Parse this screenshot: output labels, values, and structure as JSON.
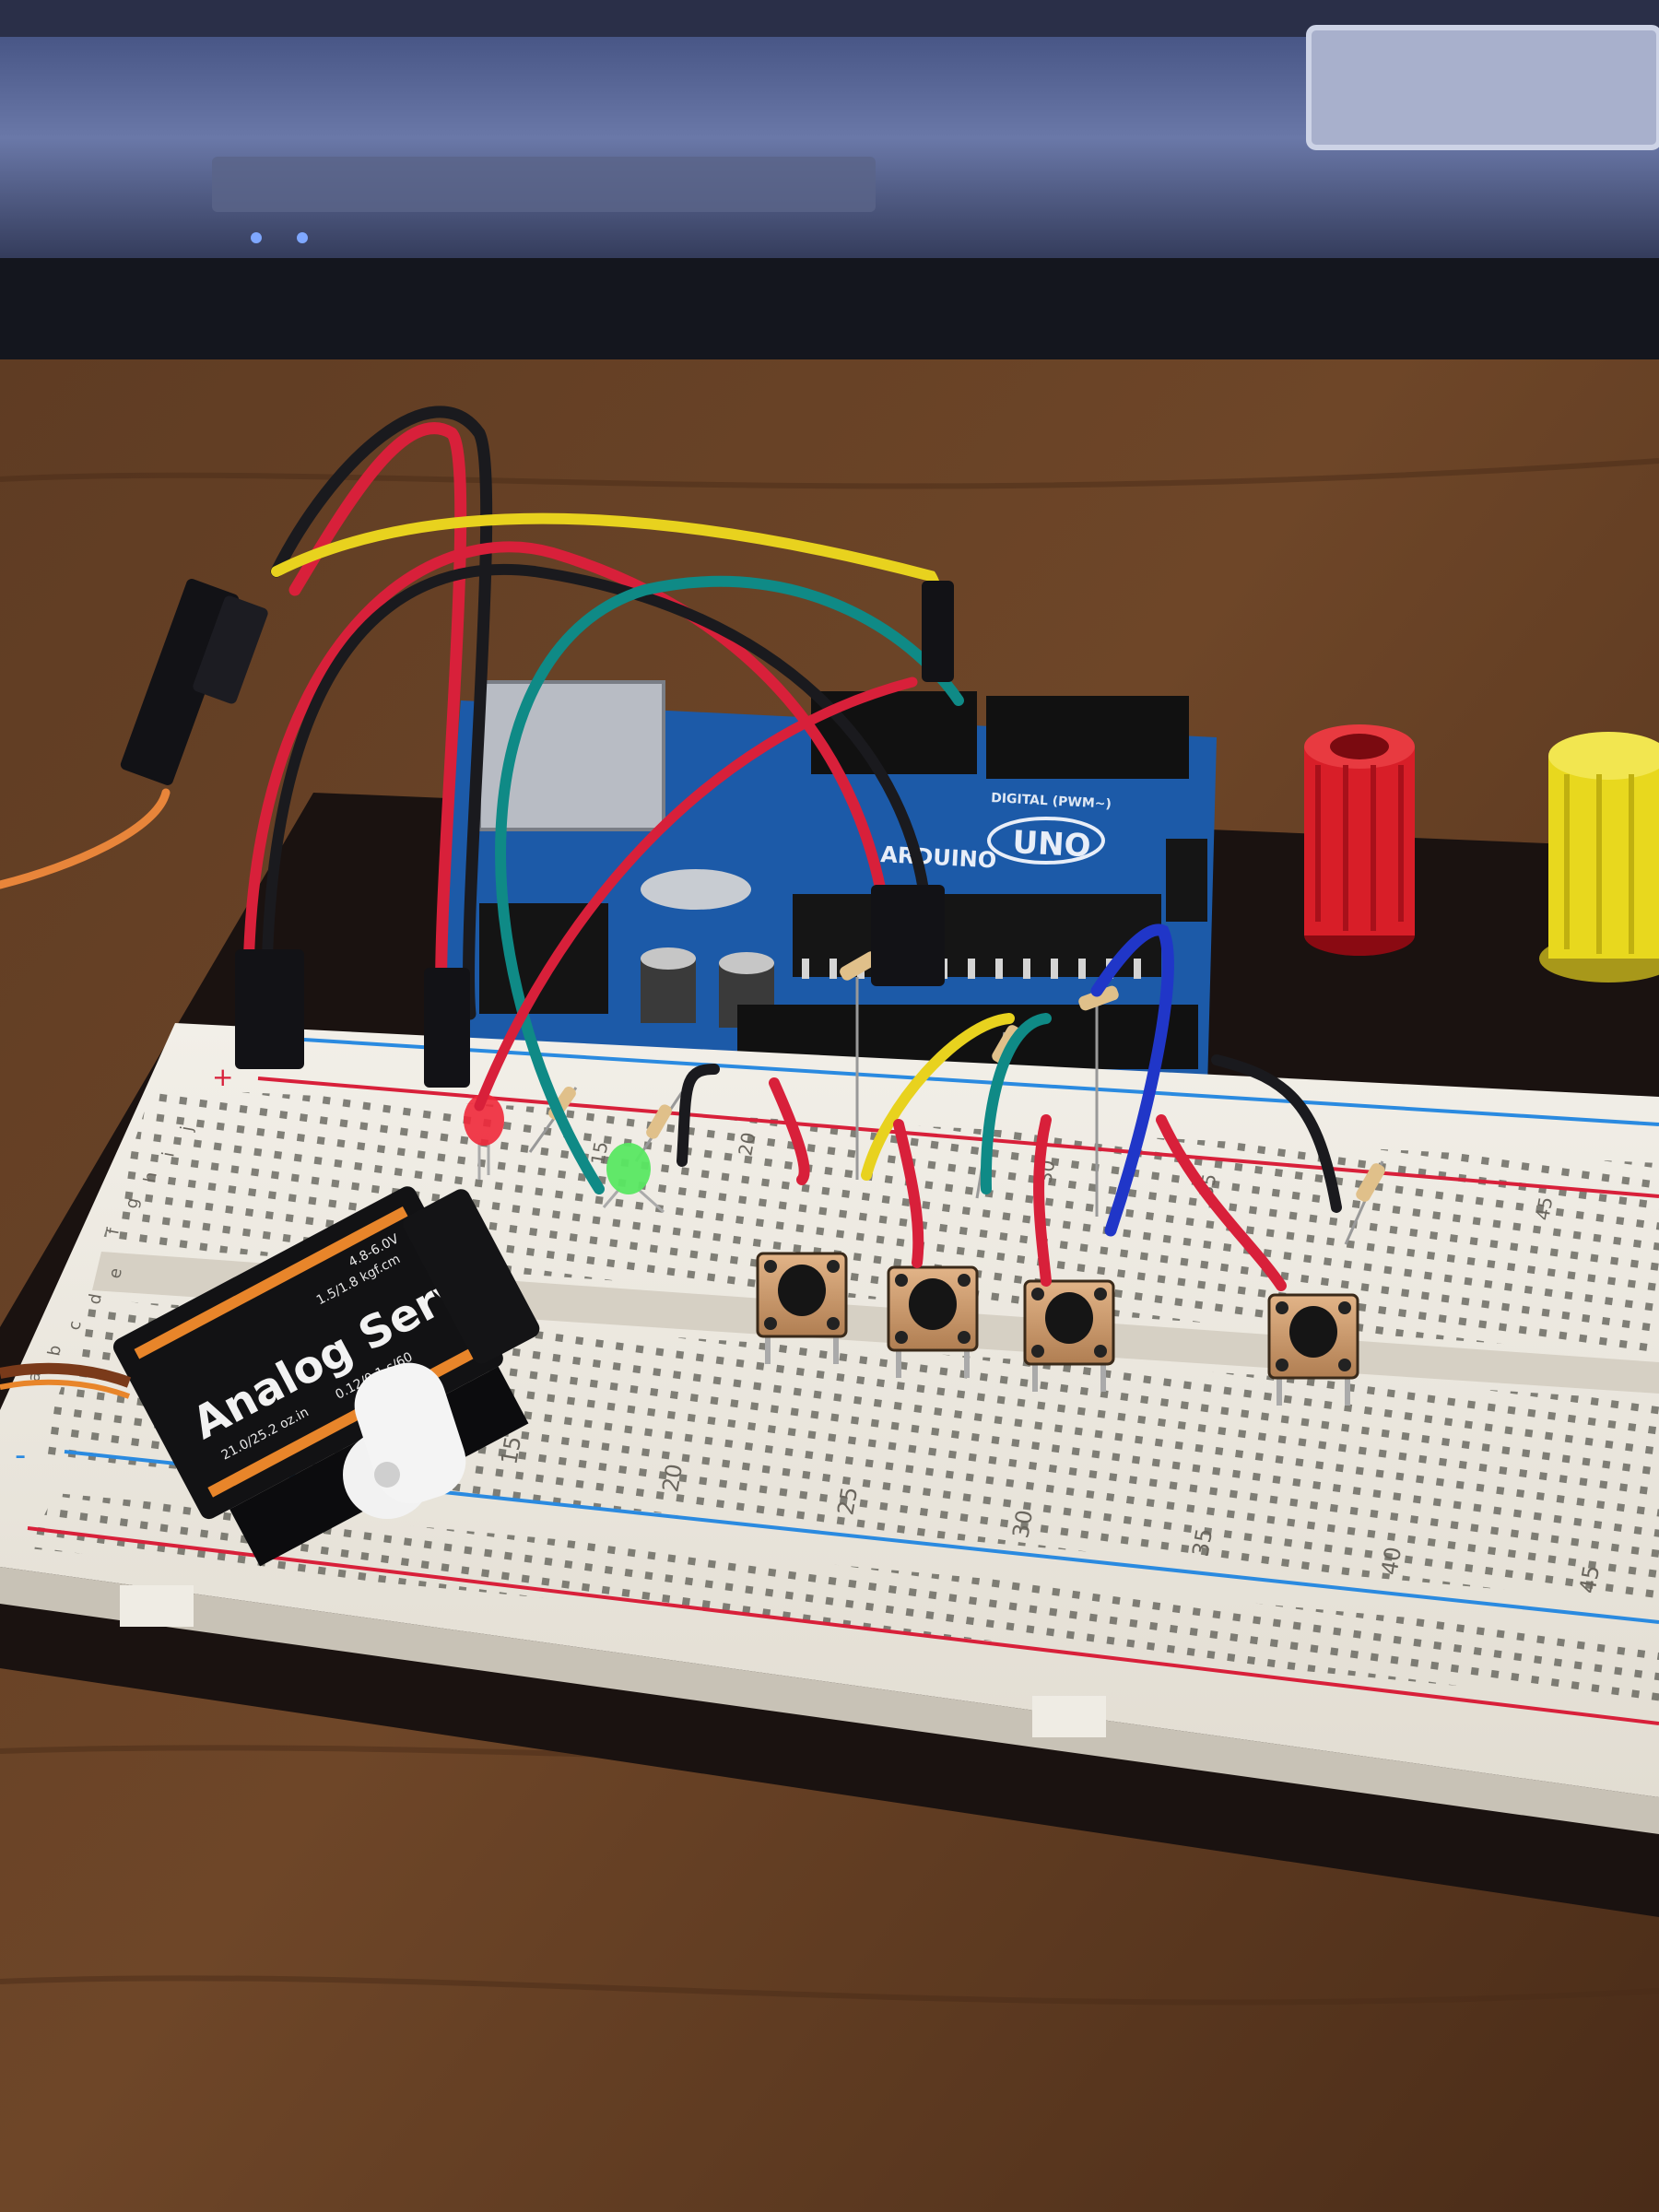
{
  "arduino": {
    "brand": "ARDUINO",
    "model": "UNO",
    "header_label": "DIGITAL (PWM~)"
  },
  "servo": {
    "title": "Analog Servo",
    "spec_1": "4.8-6.0V",
    "spec_2": "1.5/1.8 kgf.cm",
    "spec_3": "21.0/25.2 oz.in",
    "spec_4": "0.12/0.1 s/60"
  },
  "breadboard": {
    "upper_numbers": [
      "15",
      "20",
      "30",
      "35",
      "45"
    ],
    "lower_numbers": [
      "15",
      "20",
      "25",
      "30",
      "35",
      "40",
      "45"
    ],
    "upper_rows": [
      "f",
      "g",
      "h",
      "i",
      "j"
    ],
    "lower_rows": [
      "a",
      "b",
      "c",
      "d",
      "e"
    ],
    "rail_plus": "+",
    "rail_minus": "-"
  },
  "colors": {
    "wire_red": "#d8203a",
    "wire_black": "#1a1a1e",
    "wire_yellow": "#e8d21e",
    "wire_teal": "#0f8a86",
    "wire_blue": "#2036c8",
    "board_blue": "#1c5aa8",
    "binding_red": "#d81e28",
    "binding_yellow": "#e8d81e"
  }
}
